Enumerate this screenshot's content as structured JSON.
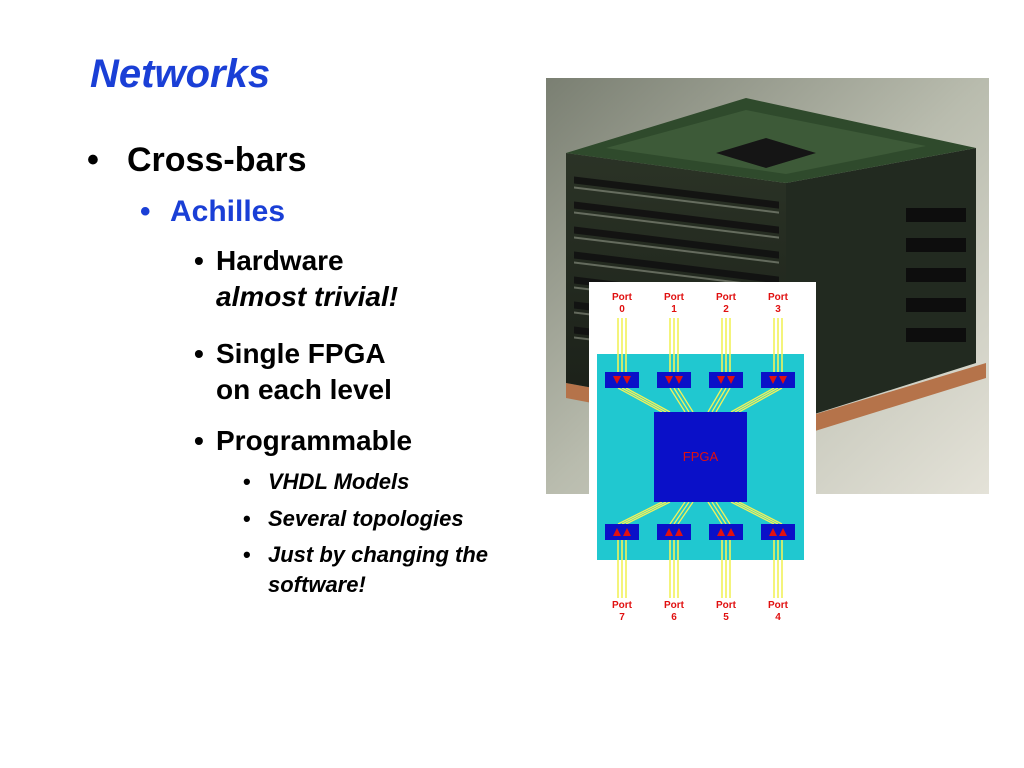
{
  "slide": {
    "title": "Networks",
    "level1": "Cross-bars",
    "level2": "Achilles",
    "level3": [
      {
        "line1": "Hardware",
        "line2": "almost trivial!"
      },
      {
        "line1": "Single FPGA",
        "line2": "on each level"
      },
      {
        "line1": "Programmable",
        "line2": ""
      }
    ],
    "level4": [
      {
        "line1": "VHDL Models",
        "line2": ""
      },
      {
        "line1": "Several topologies",
        "line2": ""
      },
      {
        "line1": "Just by changing the",
        "line2": "software!"
      }
    ],
    "bullet_glyph": "•"
  },
  "diagram": {
    "center_label": "FPGA",
    "port_word": "Port",
    "top_ports": [
      "0",
      "1",
      "2",
      "3"
    ],
    "bottom_ports": [
      "7",
      "6",
      "5",
      "4"
    ],
    "colors": {
      "board": "#20c8d0",
      "fpga": "#0a10c8",
      "wires": "#f2f25a",
      "labels": "#e01010",
      "title": "#1a3fd6"
    }
  },
  "photo": {
    "subject": "stacked-circuit-boards-image"
  }
}
